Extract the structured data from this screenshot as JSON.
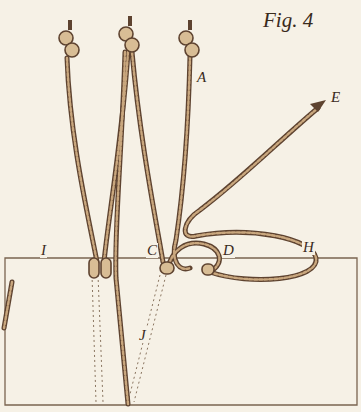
{
  "diagram": {
    "labels": [
      "Fig. 4",
      "A",
      "E",
      "I",
      "C",
      "D",
      "H",
      "J"
    ]
  }
}
